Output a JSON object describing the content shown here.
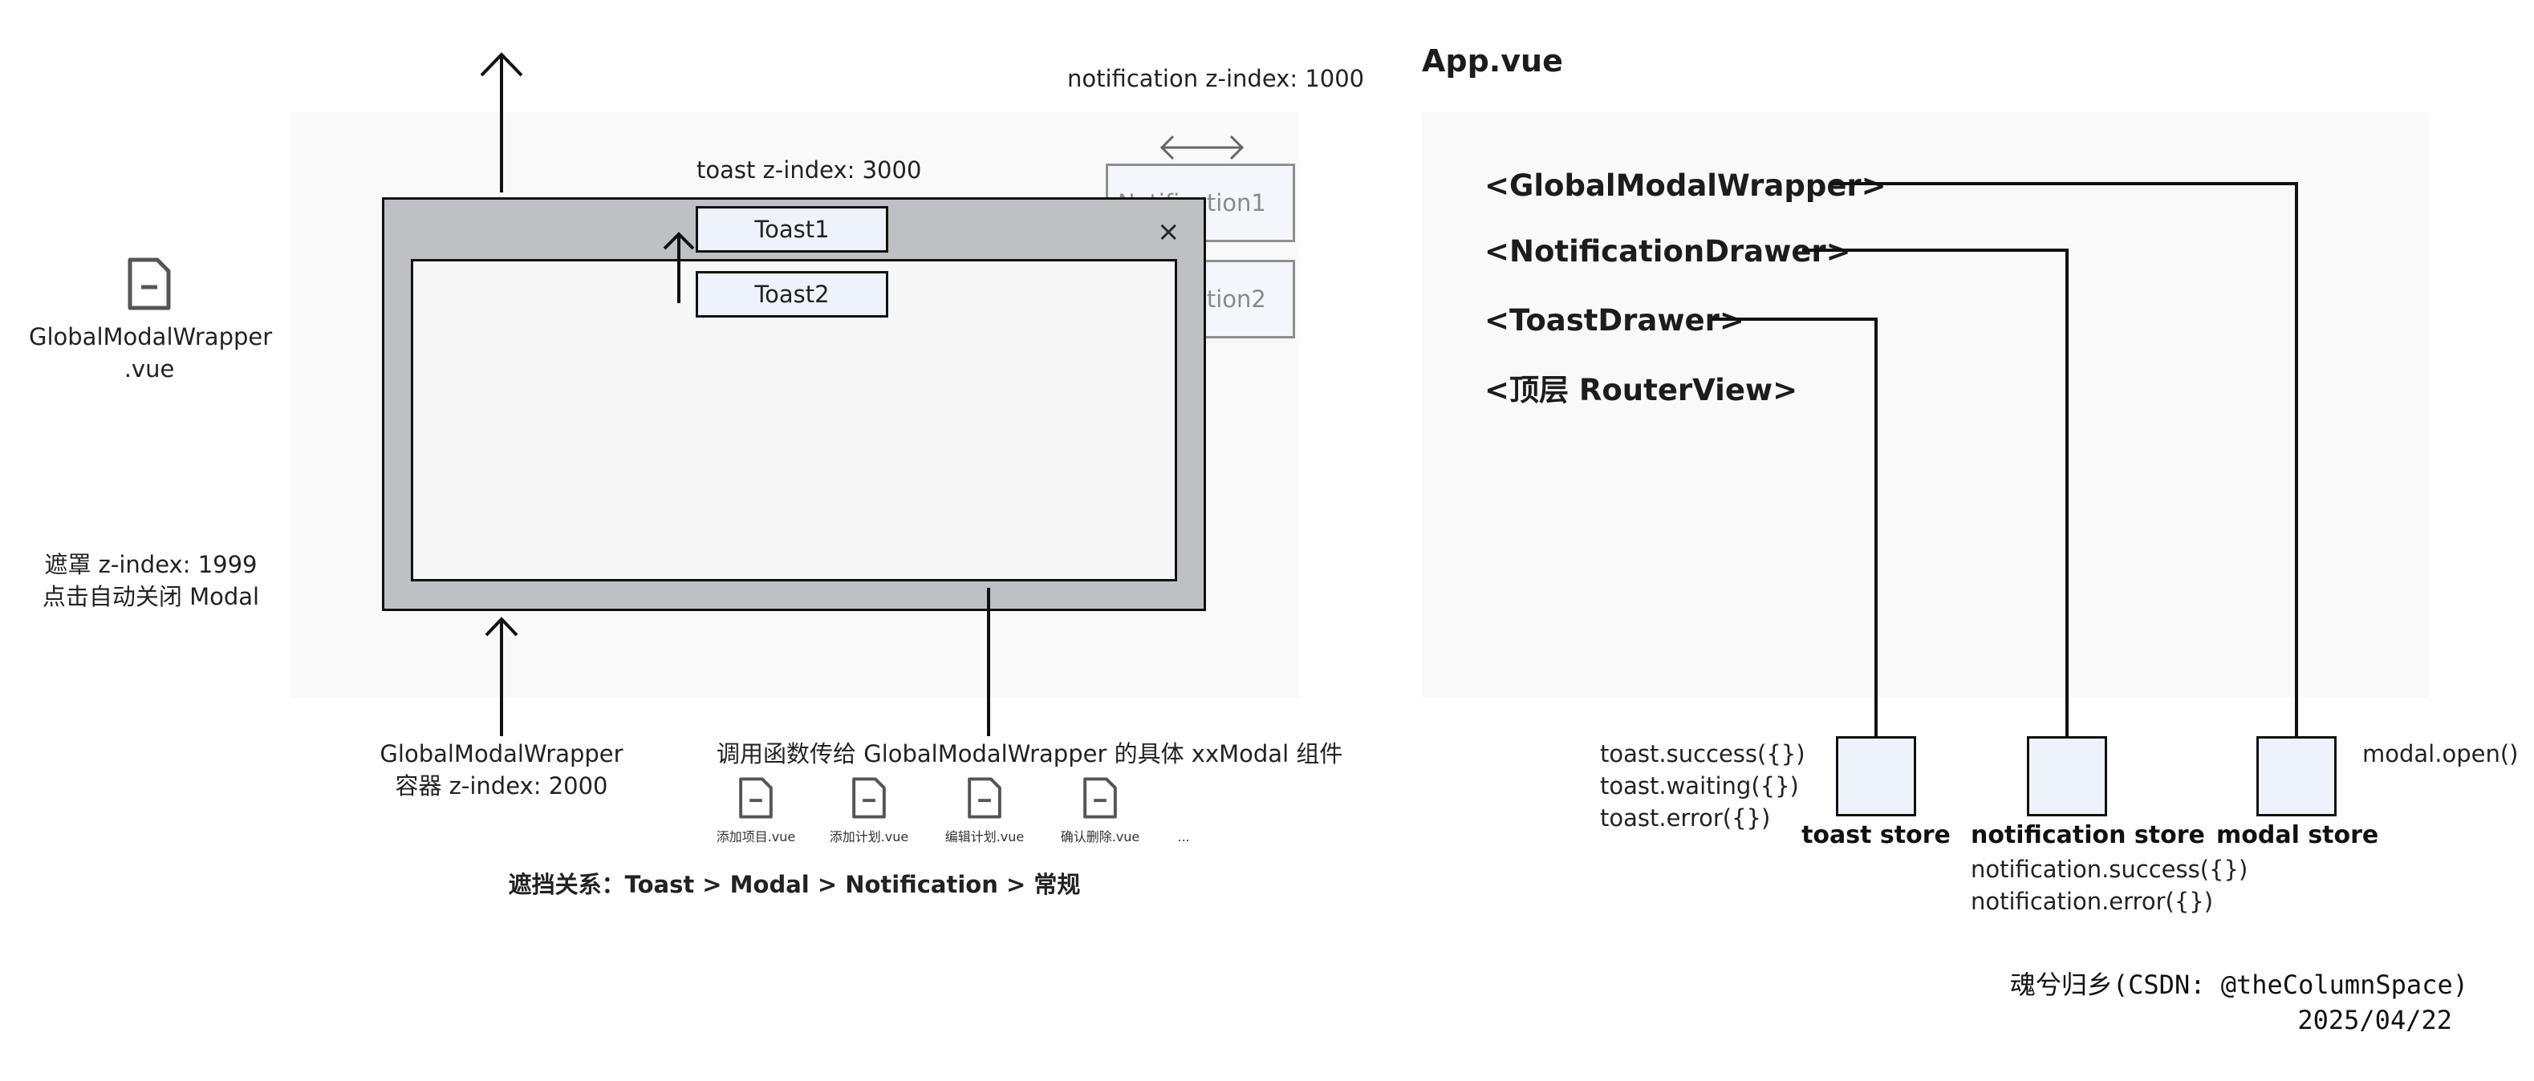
{
  "left": {
    "notification_z": "notification z-index: 1000",
    "toast_z": "toast z-index: 3000",
    "notification_items": [
      "Notification1",
      "Notification2"
    ],
    "toasts": [
      "Toast1",
      "Toast2"
    ],
    "close_glyph": "×",
    "file_name_line1": "GlobalModalWrapper",
    "file_name_line2": ".vue",
    "mask_line1": "遮罩 z-index: 1999",
    "mask_line2": "点击自动关闭 Modal",
    "container_line1": "GlobalModalWrapper",
    "container_line2": "容器 z-index: 2000",
    "pass_text": "调用函数传给 GlobalModalWrapper 的具体 xxModal 组件",
    "modal_files": [
      "添加项目.vue",
      "添加计划.vue",
      "编辑计划.vue",
      "确认删除.vue",
      "..."
    ],
    "occlusion": "遮挡关系：Toast > Modal > Notification > 常规"
  },
  "right": {
    "title": "App.vue",
    "components": [
      "<GlobalModalWrapper>",
      "<NotificationDrawer>",
      "<ToastDrawer>",
      "<顶层 RouterView>"
    ],
    "toast_methods": [
      "toast.success({})",
      "toast.waiting({})",
      "toast.error({})"
    ],
    "toast_store": "toast store",
    "notification_store": "notification store",
    "notification_methods": [
      "notification.success({})",
      "notification.error({})"
    ],
    "modal_store": "modal store",
    "modal_method": "modal.open()"
  },
  "signature": {
    "line1": "魂兮归乡(CSDN: @theColumnSpace)",
    "line2": "2025/04/22"
  }
}
